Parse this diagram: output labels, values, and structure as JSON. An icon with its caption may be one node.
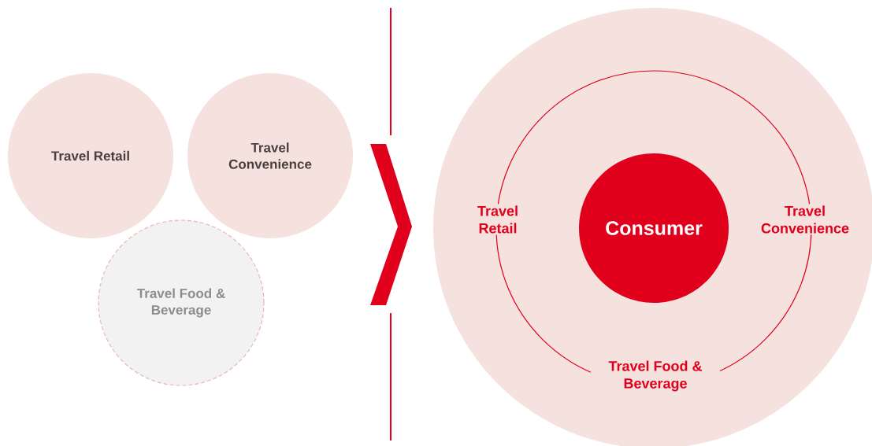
{
  "diagram": {
    "nodes": [
      {
        "text": [
          "Travel Retail"
        ]
      },
      {
        "text": [
          "Travel Convenience"
        ]
      },
      {
        "text": [
          "Travel Food & Beverage"
        ]
      },
      {
        "text": [],
        "shape": "circle"
      },
      {
        "text": [
          "Travel Retail",
          "Travel Convenience",
          "Travel Food & Beverage"
        ],
        "in": 3
      },
      {
        "text": [
          "Consumer"
        ],
        "in": 4
      }
    ]
  }
}
